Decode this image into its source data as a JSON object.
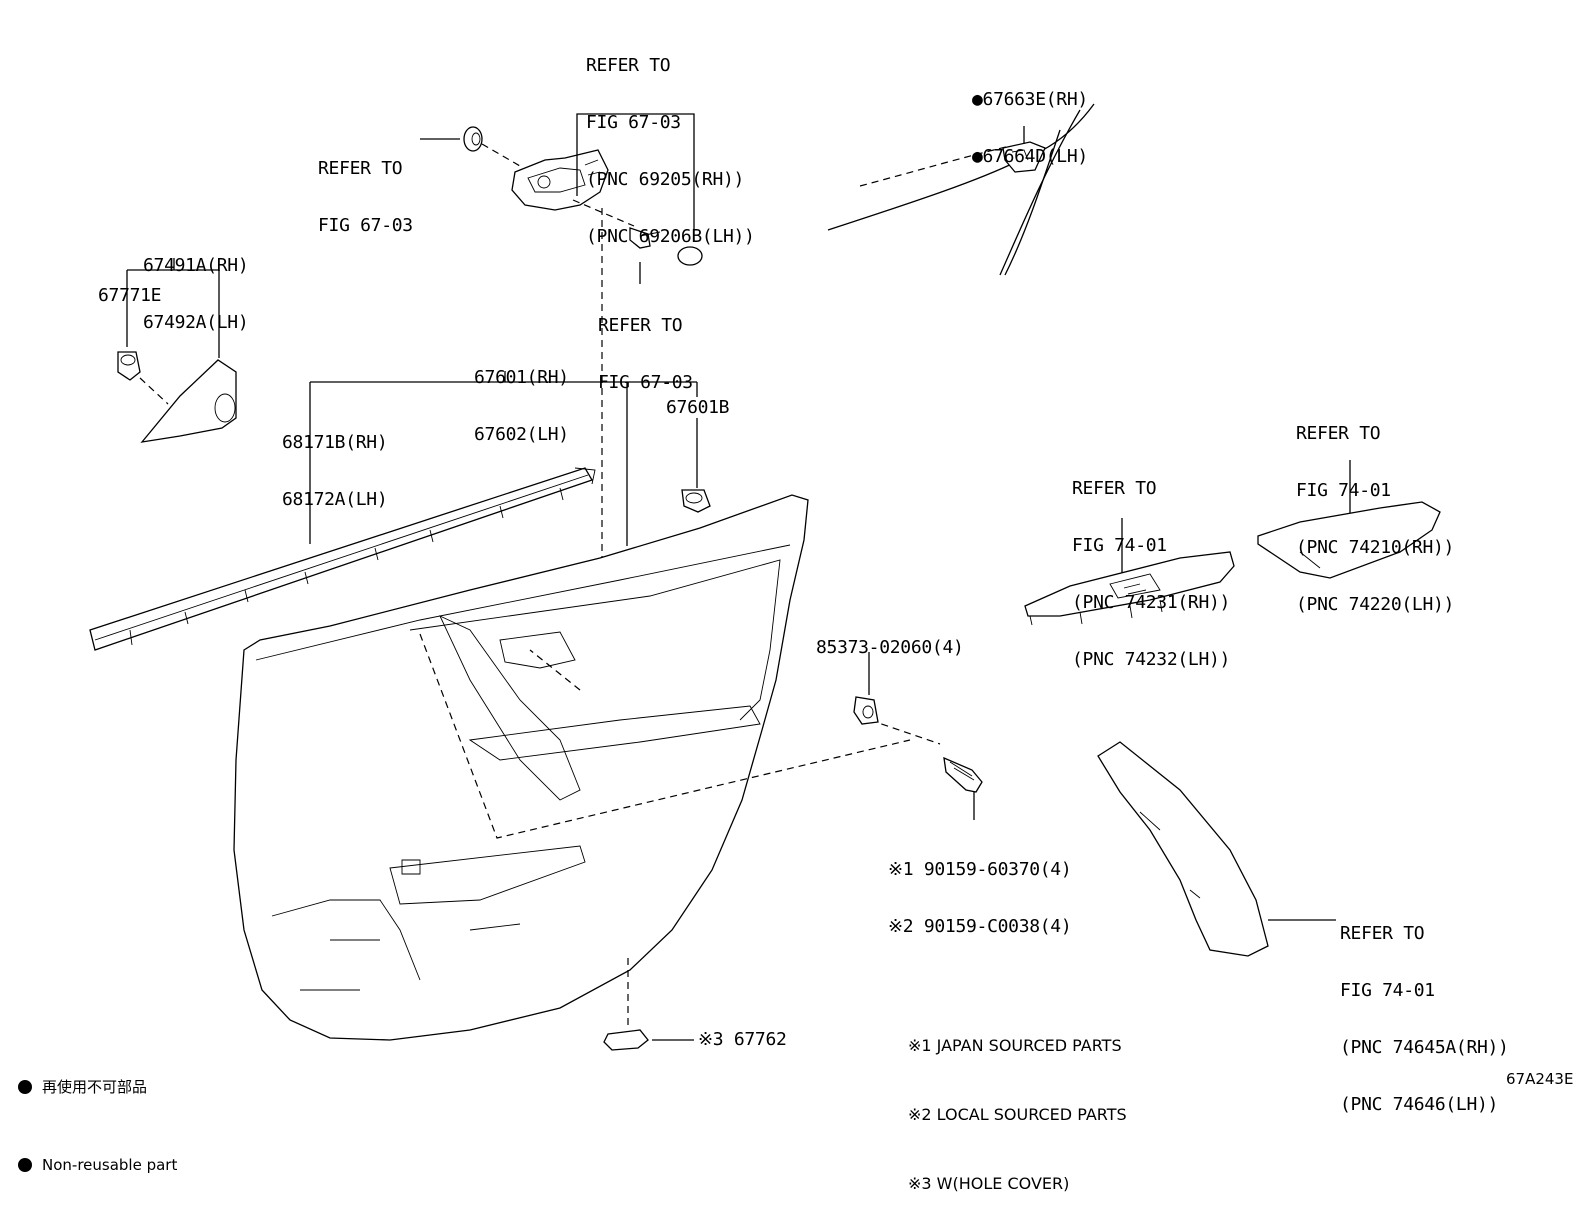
{
  "diagram_code": "67A243E",
  "labels": {
    "handle_ref": [
      "REFER TO",
      "FIG 67-03",
      "(PNC 69205(RH))",
      "(PNC 69206B(LH))"
    ],
    "clip_ref": [
      "REFER TO",
      "FIG 67-03"
    ],
    "screw_ref": [
      "REFER TO",
      "FIG 67-03"
    ],
    "mirror_cover": [
      "67491A(RH)",
      "67492A(LH)"
    ],
    "clip_67771": "67771E",
    "board": [
      "67601(RH)",
      "67602(LH)"
    ],
    "weatherstrip": [
      "68171B(RH)",
      "68172A(LH)"
    ],
    "clip_67601b": "67601B",
    "protector_top": [
      "●67663E(RH)",
      "●67664D(LH)"
    ],
    "switch_base_ref": [
      "REFER TO",
      "FIG 74-01",
      "(PNC 74231(RH))",
      "(PNC 74232(LH))"
    ],
    "armrest_ref": [
      "REFER TO",
      "FIG 74-01",
      "(PNC 74210(RH))",
      "(PNC 74220(LH))"
    ],
    "nut": "85373-02060(4)",
    "screws": [
      "※1 90159-60370(4)",
      "※2 90159-C0038(4)"
    ],
    "lower_panel_ref": [
      "REFER TO",
      "FIG 74-01",
      "(PNC 74645A(RH))",
      "(PNC 74646(LH))"
    ],
    "hole_cover": "※3 67762"
  },
  "notes": [
    "※1 JAPAN SOURCED PARTS",
    "※2 LOCAL SOURCED PARTS",
    "※3 W(HOLE COVER)"
  ],
  "legend": [
    "再使用不可部品",
    "Non-reusable part"
  ]
}
